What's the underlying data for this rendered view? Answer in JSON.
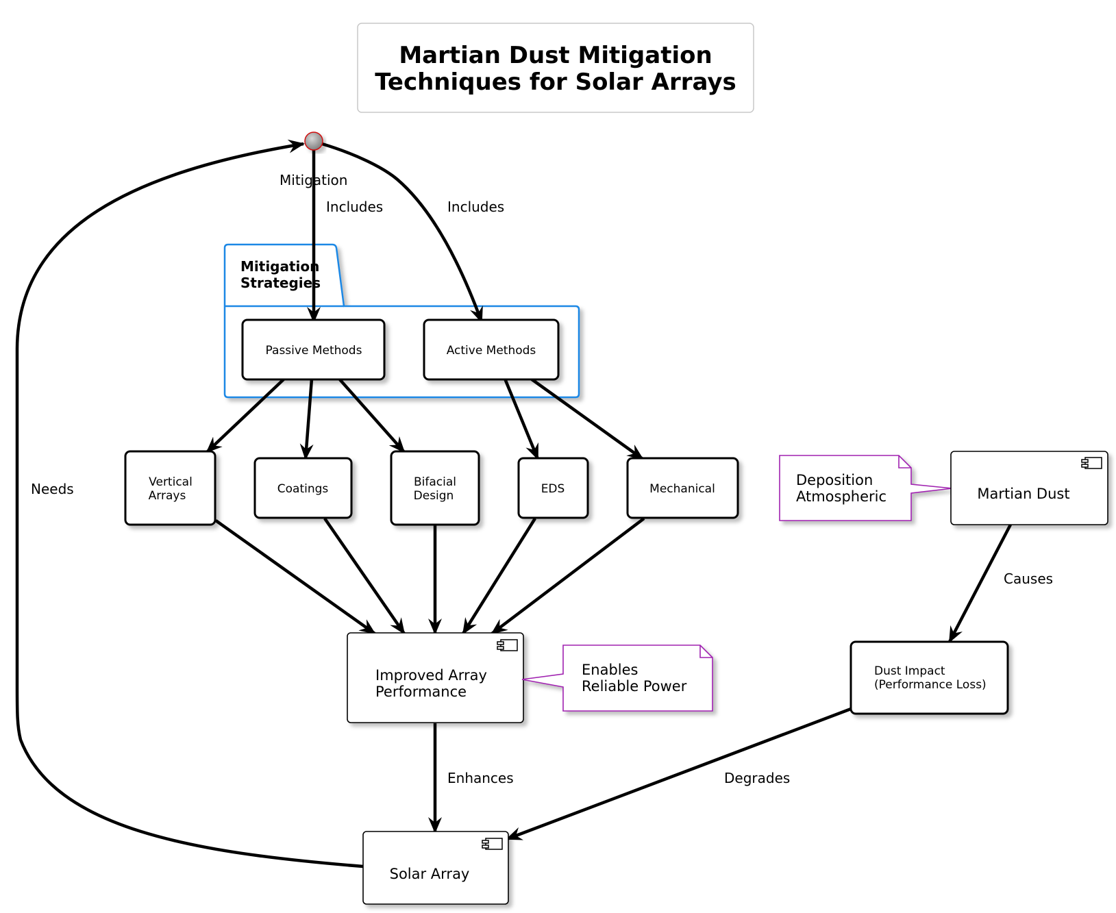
{
  "title": {
    "line1": "Martian Dust Mitigation",
    "line2": "Techniques for Solar Arrays"
  },
  "package": {
    "title_line1": "Mitigation",
    "title_line2": "Strategies",
    "color": "#1e88e5"
  },
  "nodes": {
    "passive": "Passive Methods",
    "active": "Active Methods",
    "vertical_line1": "Vertical",
    "vertical_line2": "Arrays",
    "coatings": "Coatings",
    "bifacial_line1": "Bifacial",
    "bifacial_line2": "Design",
    "eds": "EDS",
    "mechanical": "Mechanical",
    "martian_dust": "Martian Dust",
    "dust_impact_line1": "Dust Impact",
    "dust_impact_line2": "(Performance Loss)",
    "improved_line1": "Improved Array",
    "improved_line2": "Performance",
    "solar_array": "Solar Array"
  },
  "notes": {
    "deposition_line1": "Deposition",
    "deposition_line2": "Atmospheric",
    "enables_line1": "Enables",
    "enables_line2": "Reliable Power",
    "border_color": "#a020b0"
  },
  "edge_labels": {
    "mitigation": "Mitigation",
    "includes_passive": "Includes",
    "includes_active": "Includes",
    "needs": "Needs",
    "causes": "Causes",
    "enhances": "Enhances",
    "degrades": "Degrades"
  },
  "icons": {
    "component": "component-icon",
    "start": "start-node-icon"
  }
}
